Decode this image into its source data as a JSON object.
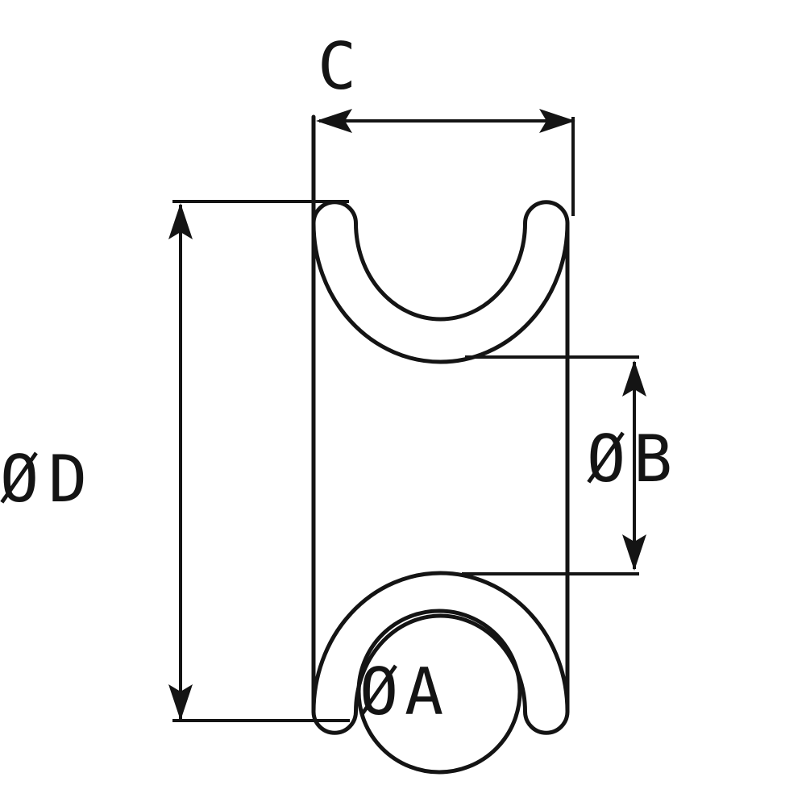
{
  "page": {
    "background": "#ffffff",
    "ink": "#141414"
  },
  "labels": {
    "c": {
      "letter": "C"
    },
    "d": {
      "symbol": "Ø",
      "letter": "D"
    },
    "b": {
      "symbol": "Ø",
      "letter": "B"
    },
    "a": {
      "symbol": "Ø",
      "letter": "A"
    }
  }
}
